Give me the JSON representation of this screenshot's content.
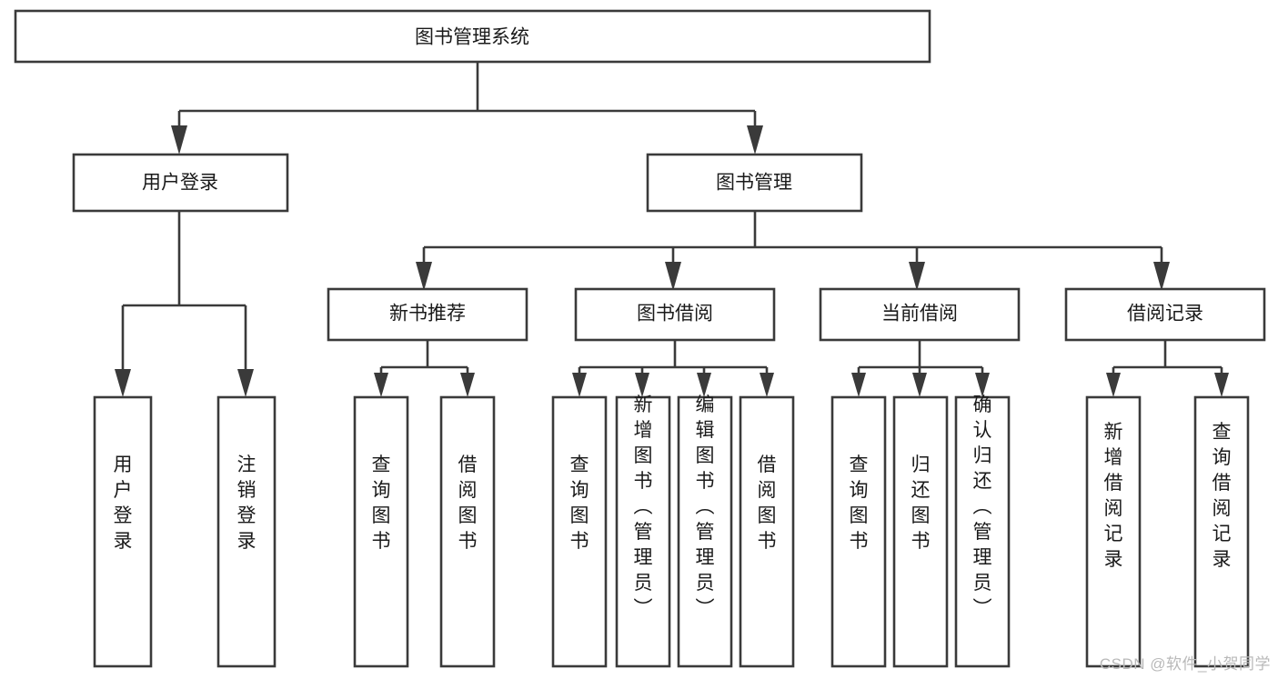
{
  "diagram": {
    "type": "tree-hierarchy",
    "title": "图书管理系统",
    "orientation": "top-down",
    "watermark": "CSDN @软件_小贺同学",
    "colors": {
      "box_stroke": "#3a3a3a",
      "box_fill": "#ffffff",
      "connector": "#3a3a3a",
      "text": "#1a1a1a",
      "watermark": "#b9b9b9",
      "background": "#ffffff"
    },
    "root": {
      "label": "图书管理系统",
      "orientation": "horizontal"
    },
    "level2": [
      {
        "label": "用户登录",
        "orientation": "horizontal"
      },
      {
        "label": "图书管理",
        "orientation": "horizontal"
      }
    ],
    "level3": [
      {
        "label": "新书推荐",
        "orientation": "horizontal"
      },
      {
        "label": "图书借阅",
        "orientation": "horizontal"
      },
      {
        "label": "当前借阅",
        "orientation": "horizontal"
      },
      {
        "label": "借阅记录",
        "orientation": "horizontal"
      }
    ],
    "leaves": {
      "user_login": [
        {
          "label": "用户登录",
          "orientation": "vertical"
        },
        {
          "label": "注销登录",
          "orientation": "vertical"
        }
      ],
      "new_book_recommend": [
        {
          "label": "查询图书",
          "orientation": "vertical"
        },
        {
          "label": "借阅图书",
          "orientation": "vertical"
        }
      ],
      "book_borrow": [
        {
          "label": "查询图书",
          "orientation": "vertical"
        },
        {
          "label": "新增图书（管理员）",
          "orientation": "vertical"
        },
        {
          "label": "编辑图书（管理员）",
          "orientation": "vertical"
        },
        {
          "label": "借阅图书",
          "orientation": "vertical"
        }
      ],
      "current_borrow": [
        {
          "label": "查询图书",
          "orientation": "vertical"
        },
        {
          "label": "归还图书",
          "orientation": "vertical"
        },
        {
          "label": "确认归还（管理员）",
          "orientation": "vertical"
        }
      ],
      "borrow_record": [
        {
          "label": "新增借阅记录",
          "orientation": "vertical"
        },
        {
          "label": "查询借阅记录",
          "orientation": "vertical"
        }
      ]
    }
  }
}
